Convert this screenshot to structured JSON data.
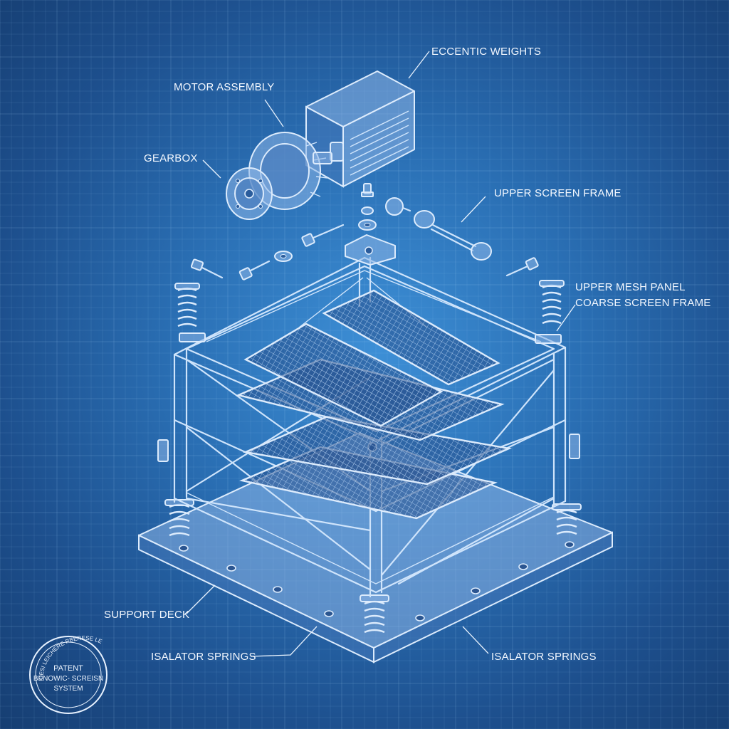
{
  "labels": {
    "eccentric_weights": "ECCENTIC WEIGHTS",
    "motor_assembly": "MOTOR ASSEMBLY",
    "gearbox": "GEARBOX",
    "upper_screen_frame": "UPPER SCREEN FRAME",
    "upper_mesh_panel": "UPPER MESH PANEL",
    "coarse_screen_frame": "COARSE SCREEN FRAME",
    "support_deck": "SUPPORT DECK",
    "isolator_springs_left": "ISALATOR SPRINGS",
    "isolator_springs_right": "ISALATOR SPRINGS"
  },
  "stamp": {
    "ring_text": "OESI LEICHERE RBERESE LEYO",
    "line1": "PATENT",
    "line2": "BENOWIC- SCREISN",
    "line3": "SYSTEM"
  },
  "colors": {
    "background_center": "#3d8fd6",
    "background_edge": "#163e72",
    "line": "#cfe4fb",
    "text": "#f3f8ff"
  }
}
